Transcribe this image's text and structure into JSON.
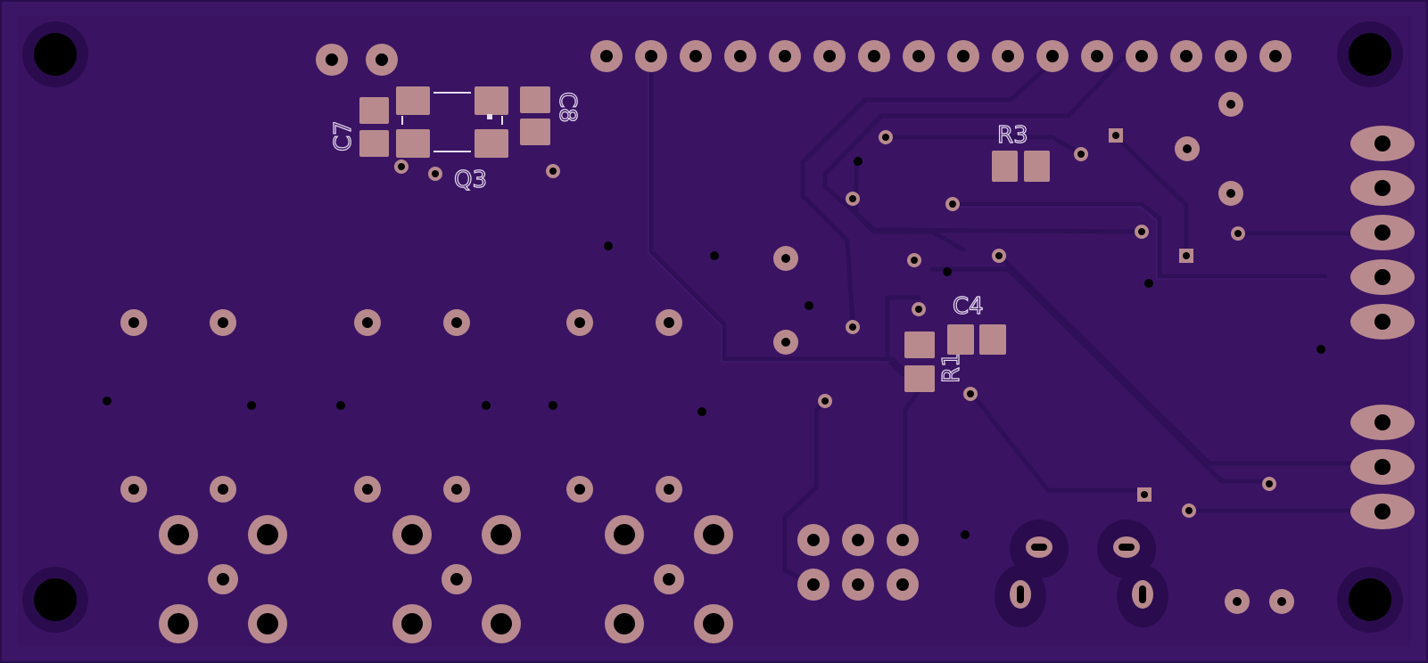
{
  "colors": {
    "background": "#000000",
    "board": "#3b1566",
    "board_inner": "#3a1463",
    "trace": "#2f0f57",
    "trace_edge": "#4a1f7a",
    "copper": "#b88a8e",
    "drill": "#000000",
    "silkscreen": "#e8dcf0",
    "mount_ring": "#2a0c4e"
  },
  "labels": {
    "c7": "C7",
    "c8": "C8",
    "q3": "Q3",
    "r3": "R3",
    "c4": "C4",
    "r1": "R1"
  }
}
